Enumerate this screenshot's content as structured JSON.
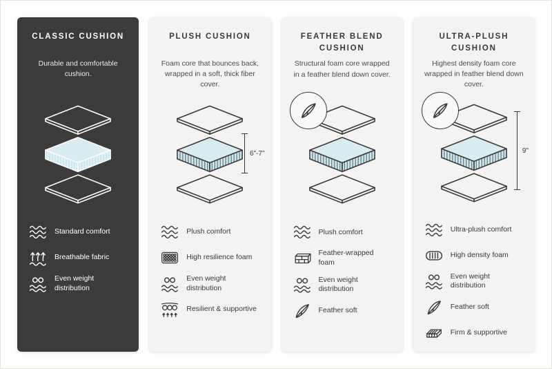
{
  "page": {
    "background": "#ffffff",
    "colors": {
      "dark_card": "#3b3b3a",
      "light_card": "#f4f3f1",
      "foam_top": "#d8ecf2",
      "foam_side": "#cde7ee",
      "line": "#3a3a3a"
    }
  },
  "cards": [
    {
      "id": "classic",
      "title": "CLASSIC CUSHION",
      "description": "Durable and comfortable cushion.",
      "features": [
        {
          "icon": "waves",
          "label": "Standard comfort"
        },
        {
          "icon": "breathable",
          "label": "Breathable fabric"
        },
        {
          "icon": "even-weight",
          "label": "Even weight distribution"
        }
      ]
    },
    {
      "id": "plush",
      "title": "PLUSH CUSHION",
      "description": "Foam core that bounces back, wrapped in a soft, thick fiber cover.",
      "measurement": "6\"-7\"",
      "features": [
        {
          "icon": "waves",
          "label": "Plush comfort"
        },
        {
          "icon": "resilience-foam",
          "label": "High resilience foam"
        },
        {
          "icon": "even-weight",
          "label": "Even weight distribution"
        },
        {
          "icon": "springs",
          "label": "Resilient & supportive"
        }
      ]
    },
    {
      "id": "feather-blend",
      "title": "FEATHER BLEND CUSHION",
      "description": "Structural foam core wrapped in a feather blend down cover.",
      "badge": "feather",
      "features": [
        {
          "icon": "waves",
          "label": "Plush comfort"
        },
        {
          "icon": "bricks",
          "label": "Feather-wrapped foam"
        },
        {
          "icon": "even-weight",
          "label": "Even weight distribution"
        },
        {
          "icon": "feather",
          "label": "Feather soft"
        }
      ]
    },
    {
      "id": "ultra-plush",
      "title": "ULTRA-PLUSH CUSHION",
      "description": "Highest density foam core wrapped in feather blend down cover.",
      "badge": "feather",
      "measurement": "9\"",
      "features": [
        {
          "icon": "waves",
          "label": "Ultra-plush comfort"
        },
        {
          "icon": "density-foam",
          "label": "High density foam"
        },
        {
          "icon": "even-weight",
          "label": "Even weight distribution"
        },
        {
          "icon": "feather",
          "label": "Feather soft"
        },
        {
          "icon": "firm",
          "label": "Firm & supportive"
        }
      ]
    }
  ]
}
